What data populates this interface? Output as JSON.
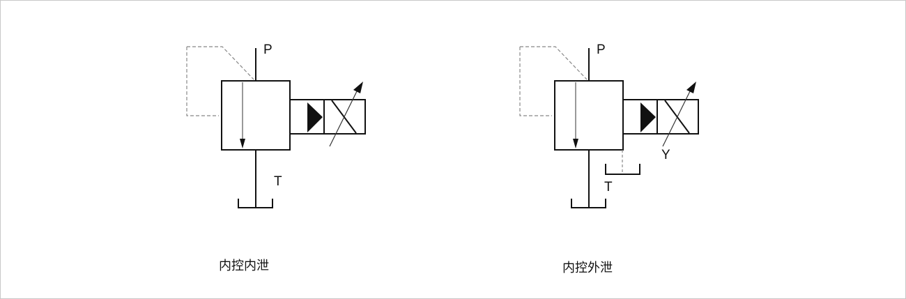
{
  "diagrams": [
    {
      "port_p": "P",
      "port_t": "T",
      "caption": "内控内泄"
    },
    {
      "port_p": "P",
      "port_t": "T",
      "port_y": "Y",
      "caption": "内控外泄"
    }
  ]
}
